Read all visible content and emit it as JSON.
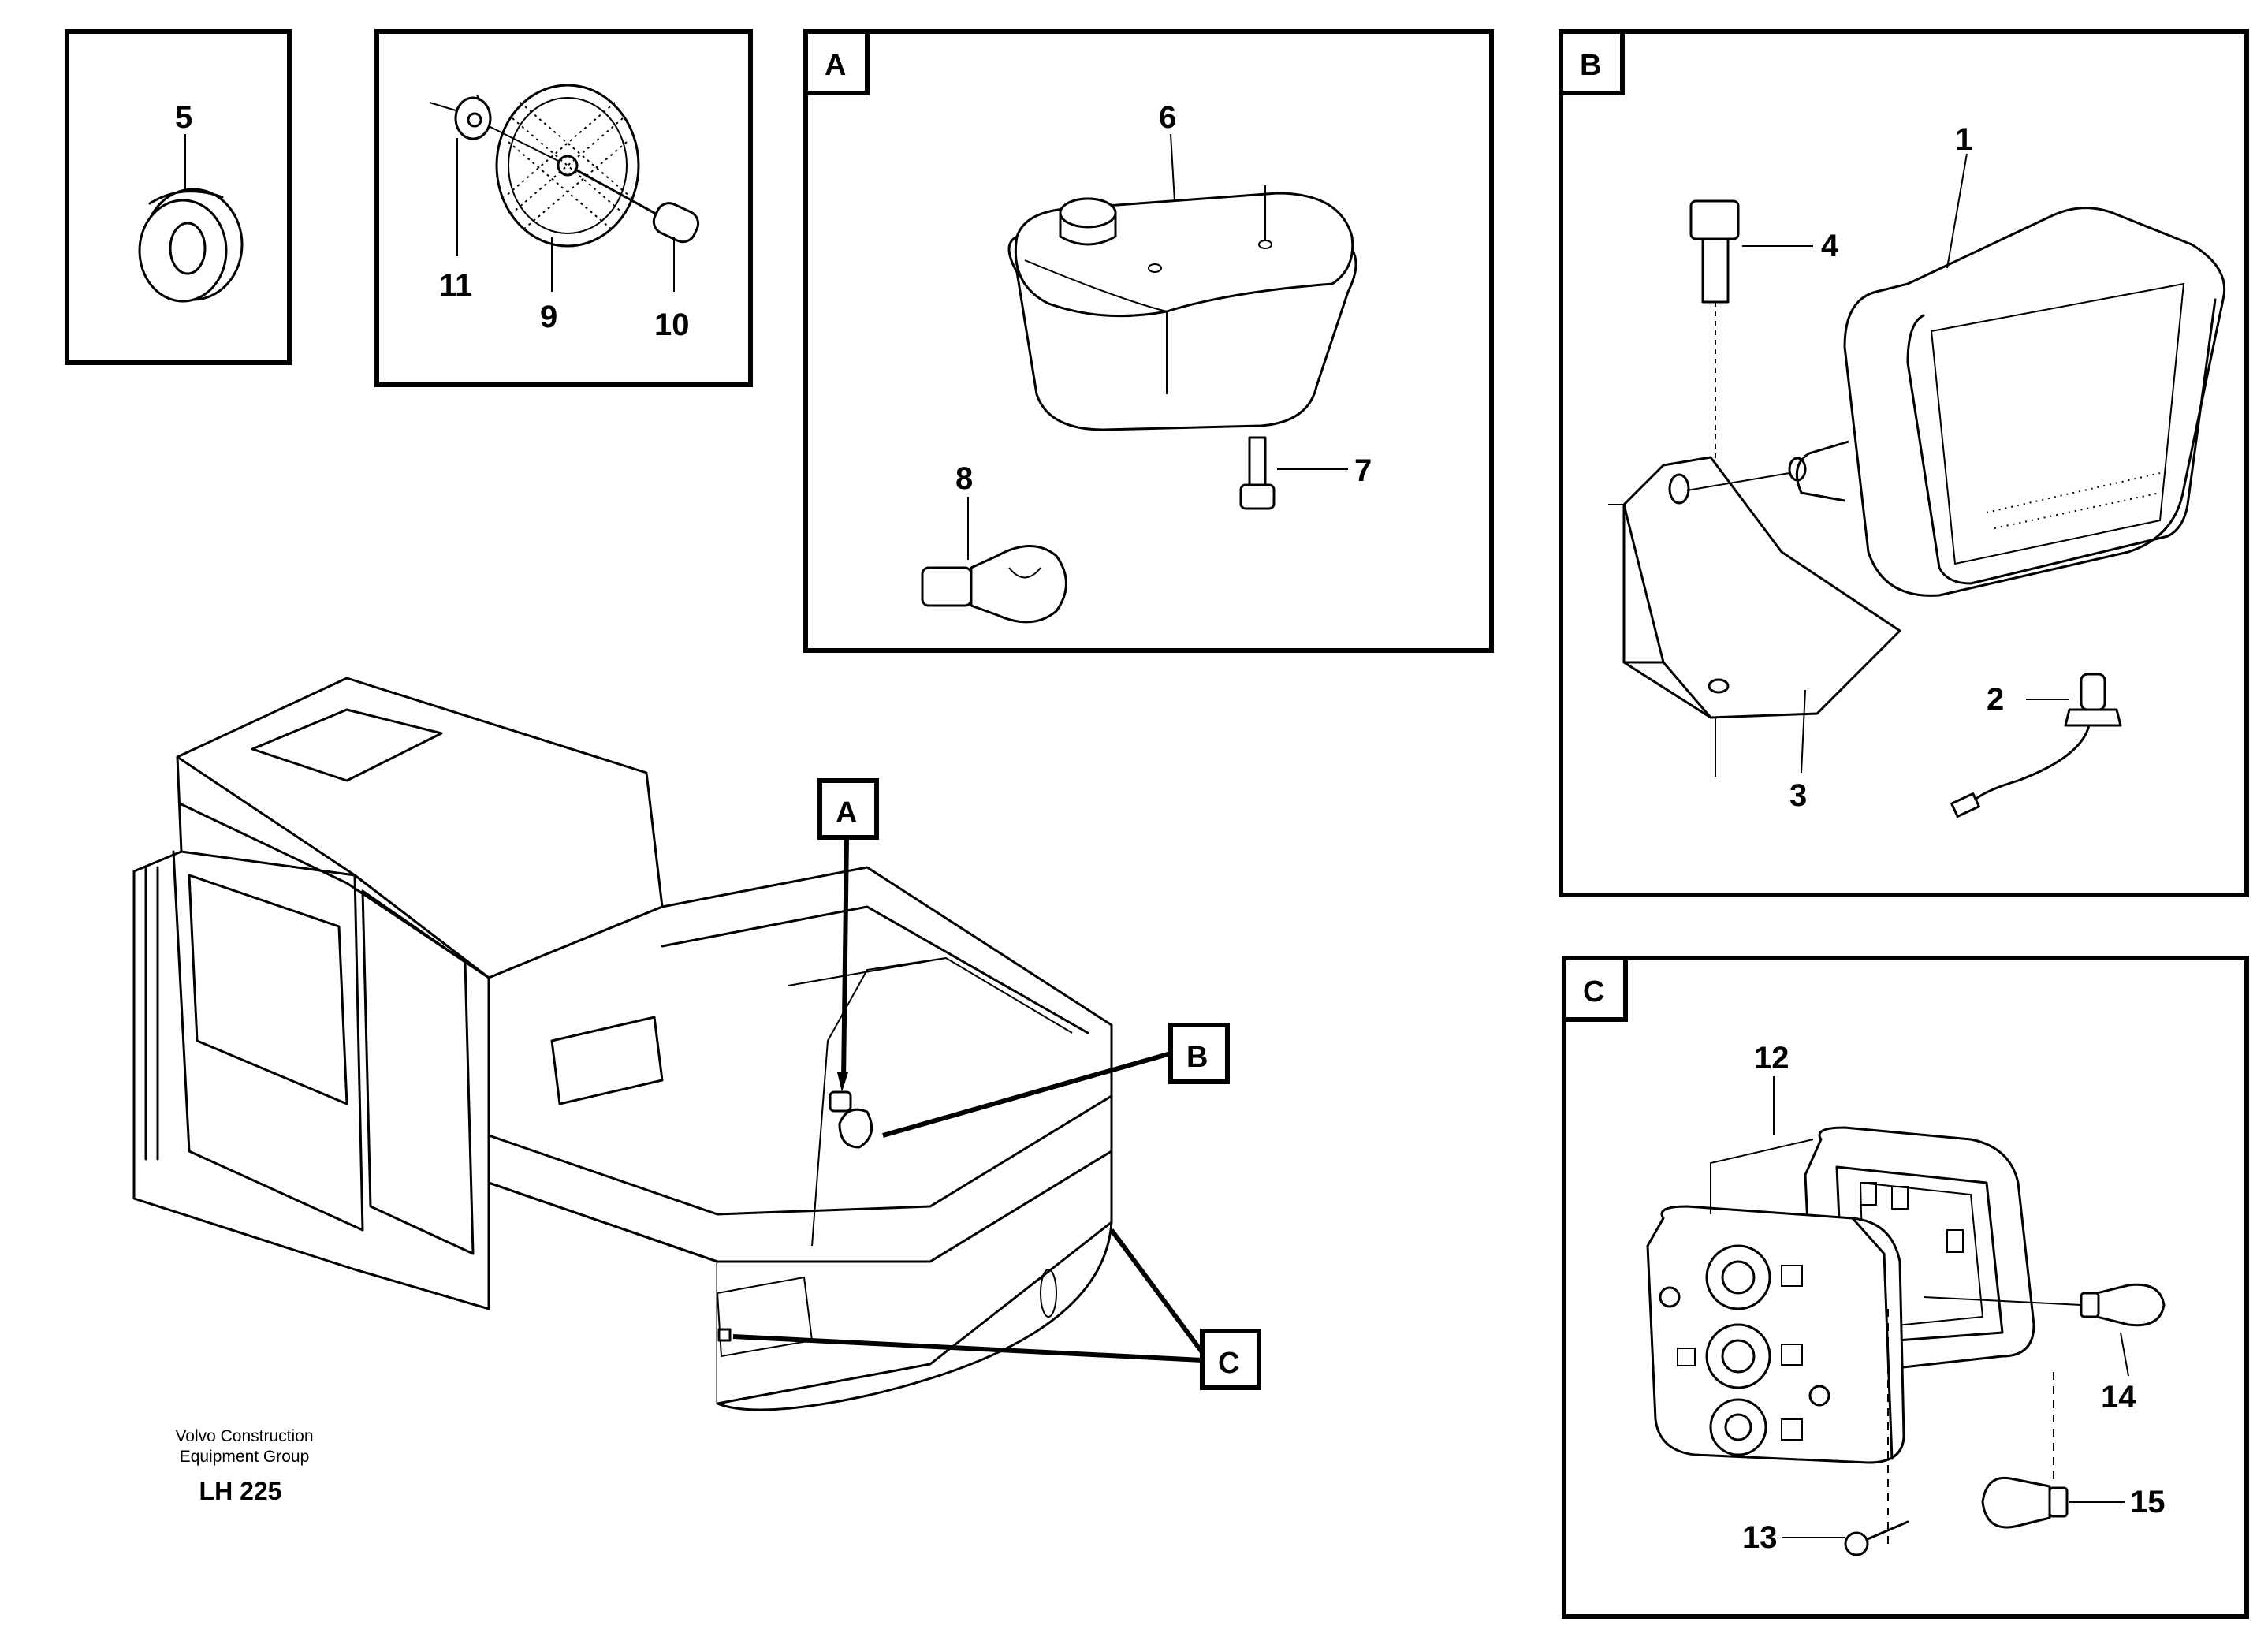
{
  "callouts": {
    "n1": "1",
    "n2": "2",
    "n3": "3",
    "n4": "4",
    "n5": "5",
    "n6": "6",
    "n7": "7",
    "n8": "8",
    "n9": "9",
    "n10": "10",
    "n11": "11",
    "n12": "12",
    "n13": "13",
    "n14": "14",
    "n15": "15"
  },
  "detail_views": {
    "a": "A",
    "b": "B",
    "c": "C"
  },
  "machine_pointers": {
    "a": "A",
    "b": "B",
    "c": "C"
  },
  "caption": {
    "line1": "Volvo Construction",
    "line2": "Equipment Group",
    "code": "LH 225"
  }
}
